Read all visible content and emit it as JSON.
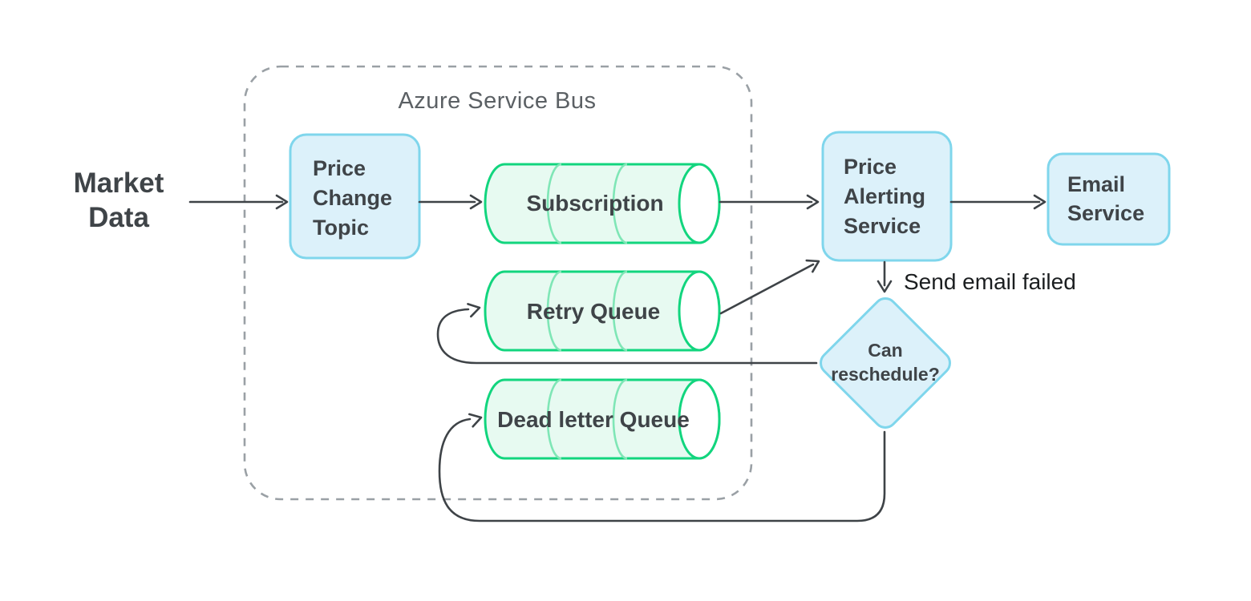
{
  "colors": {
    "background": "#ffffff",
    "blue_fill": "#dcf1fa",
    "blue_border": "#7fd6ec",
    "green_fill": "#e7faf1",
    "green_stroke": "#12d57e",
    "green_ring": "#7fe6b6",
    "line_color": "#3e4347",
    "dashed_color": "#9aa0a5",
    "text_dark": "#3f4448",
    "text_gray": "#5b6064",
    "text_black": "#1b1e20"
  },
  "nodes": {
    "market_data": {
      "label": "Market Data",
      "shape": "text"
    },
    "azure_service_bus": {
      "label": "Azure Service Bus",
      "shape": "dashed-group"
    },
    "price_change_topic": {
      "label": "Price Change Topic",
      "shape": "rounded-box"
    },
    "subscription": {
      "label": "Subscription",
      "shape": "cylinder-queue"
    },
    "retry_queue": {
      "label": "Retry Queue",
      "shape": "cylinder-queue"
    },
    "dead_letter_queue": {
      "label": "Dead letter Queue",
      "shape": "cylinder-queue"
    },
    "price_alerting_service": {
      "label": "Price Alerting Service",
      "shape": "rounded-box"
    },
    "email_service": {
      "label": "Email Service",
      "shape": "rounded-box"
    },
    "can_reschedule": {
      "label": "Can reschedule?",
      "shape": "decision-diamond"
    }
  },
  "edges": {
    "market_to_topic": {
      "from": "market_data",
      "to": "price_change_topic",
      "label": ""
    },
    "topic_to_subscription": {
      "from": "price_change_topic",
      "to": "subscription",
      "label": ""
    },
    "subscription_to_alerting": {
      "from": "subscription",
      "to": "price_alerting_service",
      "label": ""
    },
    "alerting_to_email": {
      "from": "price_alerting_service",
      "to": "email_service",
      "label": ""
    },
    "alerting_to_decision": {
      "from": "price_alerting_service",
      "to": "can_reschedule",
      "label": "Send email failed"
    },
    "retry_to_alerting": {
      "from": "retry_queue",
      "to": "price_alerting_service",
      "label": ""
    },
    "decision_to_retry": {
      "from": "can_reschedule",
      "to": "retry_queue",
      "label": ""
    },
    "decision_to_dead_letter": {
      "from": "can_reschedule",
      "to": "dead_letter_queue",
      "label": ""
    }
  }
}
